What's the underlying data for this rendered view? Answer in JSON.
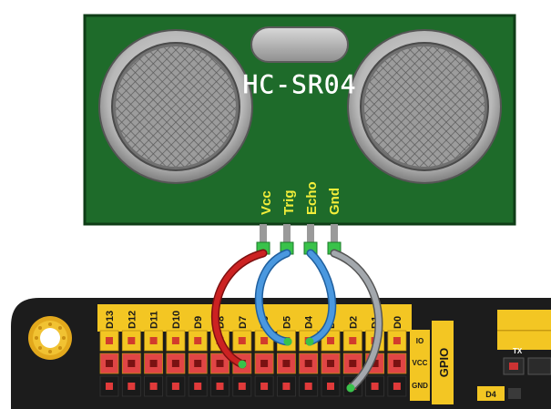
{
  "module": {
    "model": "HC-SR04",
    "pins": [
      "Vcc",
      "Trig",
      "Echo",
      "Gnd"
    ],
    "colors": {
      "pcb": "#1e6b2a",
      "pcb_edge": "#0f3d17",
      "label": "#f2ee3a",
      "silk": "#ffffff"
    }
  },
  "board": {
    "digital_pins": [
      "D13",
      "D12",
      "D11",
      "D10",
      "D9",
      "D8",
      "D7",
      "D6",
      "D5",
      "D4",
      "D3",
      "D2",
      "D1",
      "D0"
    ],
    "row_labels": [
      "IO",
      "VCC",
      "GND"
    ],
    "header_label": "GPIO",
    "aux_labels": [
      "TX",
      "D4"
    ],
    "colors": {
      "board": "#1c1c1c",
      "header": "#f3c623",
      "io": "#f3c623",
      "vcc": "#e04545",
      "gnd": "#1a1a1a"
    }
  },
  "wiring": [
    {
      "from": "Vcc",
      "to": "D7",
      "row": "VCC",
      "color": "#c81e1e"
    },
    {
      "from": "Trig",
      "to": "D5",
      "row": "IO",
      "color": "#3f8fd9"
    },
    {
      "from": "Echo",
      "to": "D4",
      "row": "IO",
      "color": "#3f8fd9"
    },
    {
      "from": "Gnd",
      "to": "D2",
      "row": "GND",
      "color": "#9aa0a6"
    }
  ]
}
